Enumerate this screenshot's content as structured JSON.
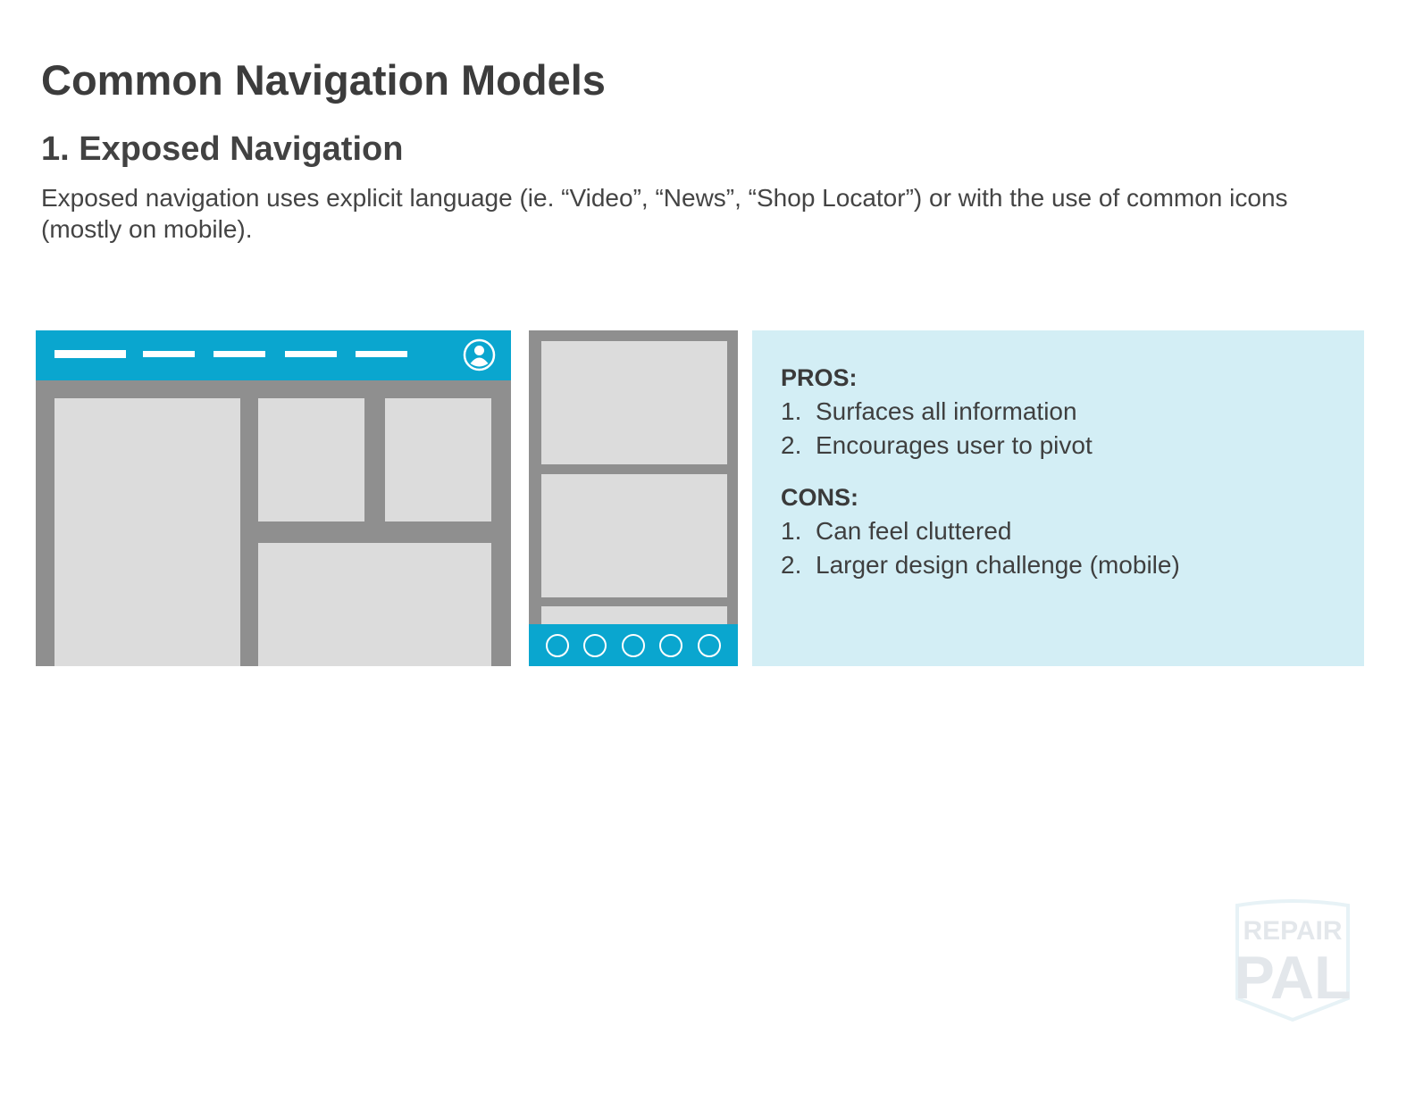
{
  "heading": {
    "title": "Common Navigation Models",
    "subtitle": "1. Exposed Navigation",
    "description": "Exposed navigation uses explicit language (ie. “Video”, “News”, “Shop Locator”) or with the use of common icons (mostly on mobile)."
  },
  "desktop_wireframe": {
    "nav_color": "#0aa6cf",
    "icons": [
      "profile-icon"
    ]
  },
  "mobile_wireframe": {
    "tabbar_color": "#0aa6cf",
    "tab_count": 5
  },
  "pros_cons": {
    "background": "#d3eef5",
    "pros_heading": "PROS:",
    "pros": [
      {
        "num": "1.",
        "text": "Surfaces all information"
      },
      {
        "num": "2.",
        "text": "Encourages user to pivot"
      }
    ],
    "cons_heading": "CONS:",
    "cons": [
      {
        "num": "1.",
        "text": "Can feel cluttered"
      },
      {
        "num": "2.",
        "text": "Larger design challenge (mobile)"
      }
    ]
  },
  "watermark": {
    "line1": "REPAIR",
    "line2": "PAL"
  }
}
